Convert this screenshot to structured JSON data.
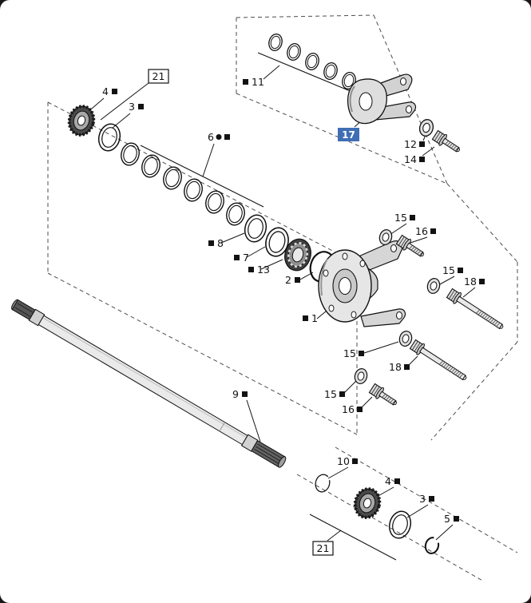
{
  "style": {
    "highlight_bg": "#3f6eb5",
    "highlight_fg": "#ffffff",
    "line_color": "#151515",
    "label_color": "#121212"
  },
  "callouts": {
    "c21_top": {
      "label": "21"
    },
    "c4_top": {
      "label": "4"
    },
    "c3_top": {
      "label": "3"
    },
    "c6": {
      "label": "6"
    },
    "c11": {
      "label": "11"
    },
    "c17": {
      "label": "17"
    },
    "c12": {
      "label": "12"
    },
    "c14": {
      "label": "14"
    },
    "c8": {
      "label": "8"
    },
    "c7": {
      "label": "7"
    },
    "c13": {
      "label": "13"
    },
    "c2": {
      "label": "2"
    },
    "c1": {
      "label": "1"
    },
    "c15_a": {
      "label": "15"
    },
    "c16_a": {
      "label": "16"
    },
    "c15_b": {
      "label": "15"
    },
    "c18_a": {
      "label": "18"
    },
    "c15_c": {
      "label": "15"
    },
    "c18_b": {
      "label": "18"
    },
    "c15_d": {
      "label": "15"
    },
    "c16_b": {
      "label": "16"
    },
    "c9": {
      "label": "9"
    },
    "c10": {
      "label": "10"
    },
    "c4_bottom": {
      "label": "4"
    },
    "c3_bottom": {
      "label": "3"
    },
    "c5": {
      "label": "5"
    },
    "c21_bottom": {
      "label": "21"
    }
  }
}
